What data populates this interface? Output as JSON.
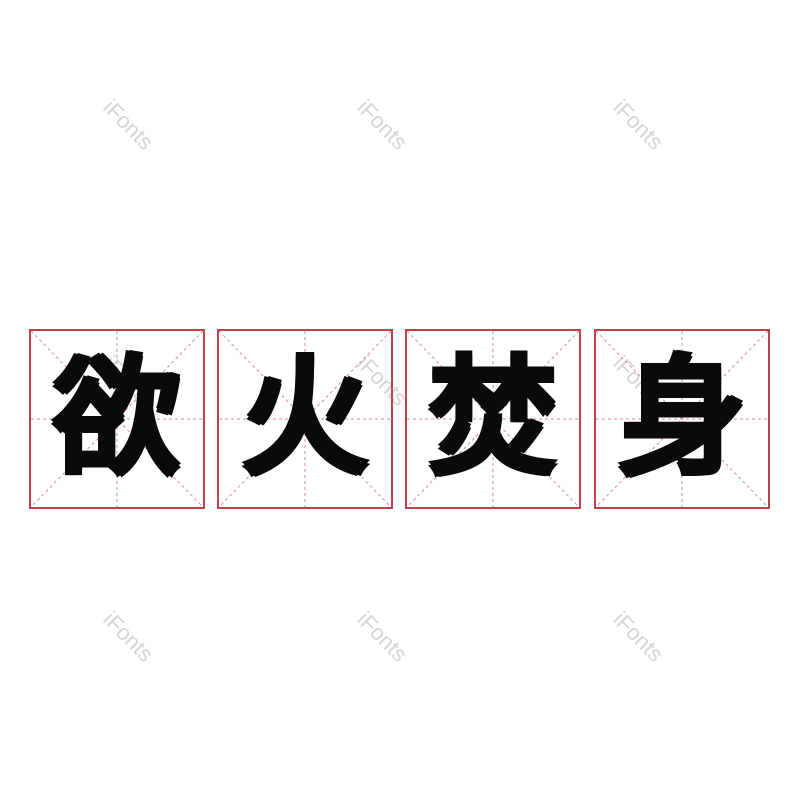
{
  "watermark": {
    "text": "iFonts"
  },
  "characters": [
    {
      "char": "欲"
    },
    {
      "char": "火"
    },
    {
      "char": "焚"
    },
    {
      "char": "身"
    }
  ],
  "colors": {
    "grid_border": "#c0434a",
    "grid_guides": "#e08a8f",
    "glyph": "#0a0a0a",
    "watermark": "#d6d6d6"
  }
}
